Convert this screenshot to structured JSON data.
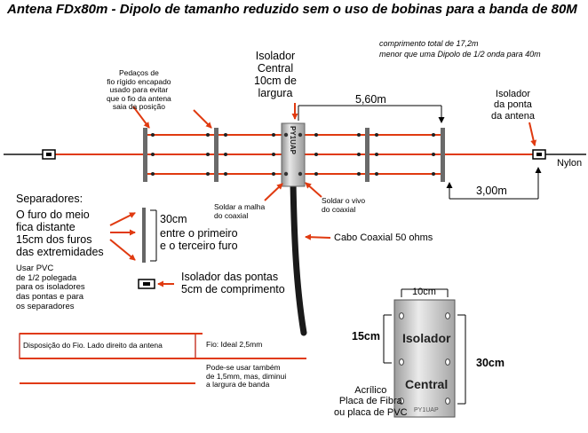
{
  "title": "Antena FDx80m - Dipolo de tamanho reduzido sem o uso de bobinas para a banda de 80M",
  "note_total_length": "comprimento total de 17,2m",
  "note_comparison": "menor que uma Dipolo de 1/2 onda para 40m",
  "label_rigid_wire": "Pedaços de\nfio rígido encapado\nusado para evitar\nque o fio da antena\nsaia da posição",
  "label_center_insulator": "Isolador\nCentral\n10cm de\nlargura",
  "dimension_wire_length": "5,60m",
  "label_tip_insulator": "Isolador\nda ponta\nda antena",
  "label_nylon": "Nylon",
  "dimension_nylon_length": "3,00m",
  "label_solder_shield": "Soldar a malha\ndo coaxial",
  "label_solder_center": "Soldar o vivo\ndo coaxial",
  "label_coax": "Cabo Coaxial 50 ohms",
  "callsign": "PY1UAP",
  "spacers": {
    "heading": "Separadores:",
    "description": "O furo do meio\nfica distante\n15cm dos furos\ndas extremidades",
    "length": "30cm",
    "hole_spacing": "entre o primeiro\ne o terceiro furo",
    "material": "Usar PVC\nde 1/2 polegada\npara os isoladores\ndas pontas e para\nos separadores"
  },
  "tip_insulator_note": "Isolador das pontas\n5cm de comprimento",
  "wire_layout_label": "Disposição do Fio. Lado direito da antena",
  "wire_spec": "Fio: Ideal 2,5mm",
  "wire_alternative": "Pode-se usar também\nde 1,5mm, mas, diminui\na largura de banda",
  "insulator_detail": {
    "width": "10cm",
    "hole_spacing": "15cm",
    "height": "30cm",
    "text_top": "Isolador",
    "text_bottom": "Central",
    "material": "Acrílico\nPlaca de Fibra\nou placa de PVC",
    "callsign": "PY1UAP"
  },
  "colors": {
    "wire": "#e03a10",
    "arrow": "#e03a10",
    "pvc": "#555555",
    "coax": "#1a1a1a",
    "insulator_fill": "#c8c8c8"
  }
}
